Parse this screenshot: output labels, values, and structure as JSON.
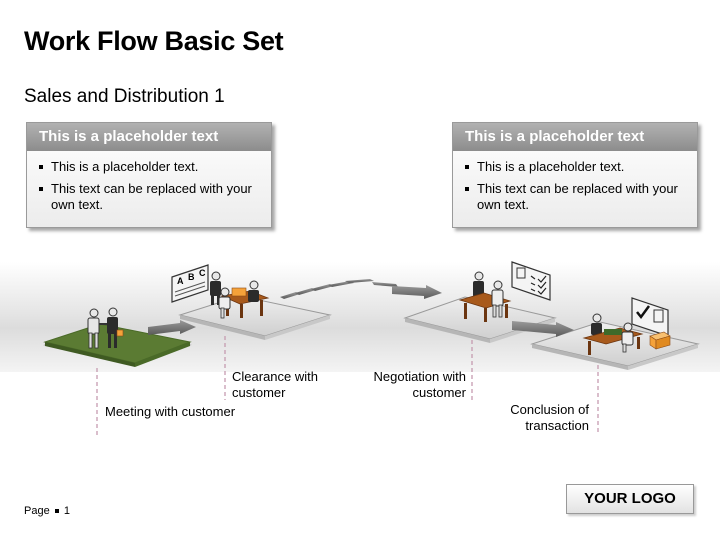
{
  "title": "Work Flow Basic Set",
  "subtitle": "Sales and Distribution 1",
  "boxes": [
    {
      "heading": "This is a placeholder text",
      "bullets": [
        "This is a placeholder text.",
        "This text can be replaced with your own text."
      ]
    },
    {
      "heading": "This is a placeholder text",
      "bullets": [
        "This is a placeholder text.",
        "This text can be replaced with your own text."
      ]
    }
  ],
  "steps": [
    {
      "label": "Meeting with customer"
    },
    {
      "label": "Clearance with customer"
    },
    {
      "label": "Negotiation with customer"
    },
    {
      "label": "Conclusion of transaction"
    }
  ],
  "board_letters": [
    "A",
    "B",
    "C"
  ],
  "logo": "YOUR LOGO",
  "page": {
    "prefix": "Page",
    "number": "1"
  },
  "colors": {
    "header_gray": "#9e9e9e",
    "meeting_platform": "#5a7a33",
    "furniture": "#8b4a16",
    "box_orange": "#f5a23a"
  }
}
